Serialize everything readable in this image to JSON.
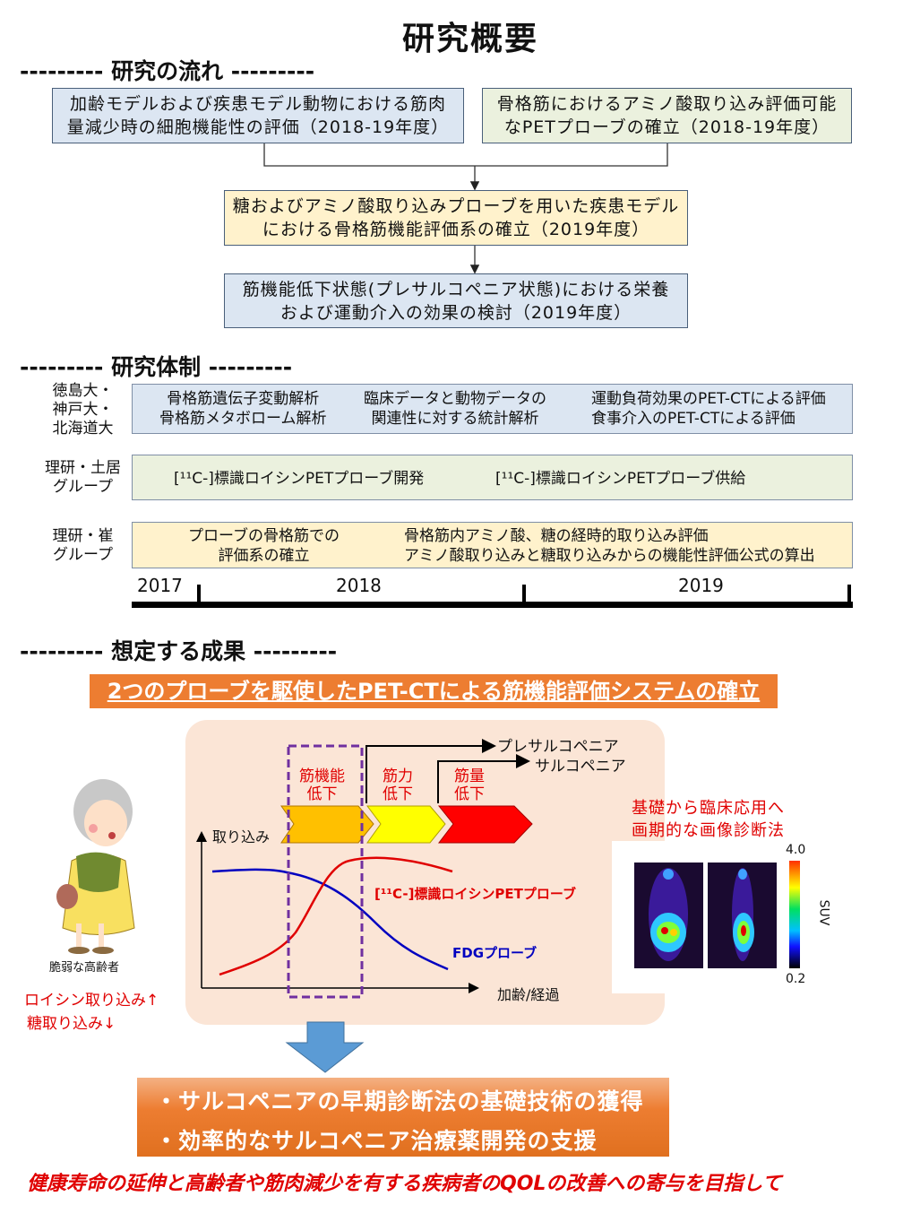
{
  "title": "研究概要",
  "sections": {
    "flow": "--------- 研究の流れ ---------",
    "system": "--------- 研究体制 ---------",
    "outcome": "--------- 想定する成果 ---------"
  },
  "flow": {
    "box1": [
      "加齢モデルおよび疾患モデル動物における筋肉",
      "量減少時の細胞機能性の評価（2018-19年度）"
    ],
    "box2": [
      "骨格筋におけるアミノ酸取り込み評価可能",
      "なPETプローブの確立（2018-19年度）"
    ],
    "box3": [
      "糖およびアミノ酸取り込みプローブを用いた疾患モデル",
      "における骨格筋機能評価系の確立（2019年度）"
    ],
    "box4": [
      "筋機能低下状態(プレサルコペニア状態)における栄養",
      "および運動介入の効果の検討（2019年度）"
    ]
  },
  "system": {
    "rows": [
      {
        "label": [
          "徳島大・",
          "神戸大・",
          "北海道大"
        ],
        "items": [
          [
            "骨格筋遺伝子変動解析",
            "骨格筋メタボローム解析"
          ],
          [
            "臨床データと動物データの",
            "関連性に対する統計解析"
          ],
          [
            "運動負荷効果のPET-CTによる評価",
            "食事介入のPET-CTによる評価"
          ]
        ]
      },
      {
        "label": [
          "理研・土居",
          "グループ"
        ],
        "items": [
          [
            "[¹¹C-]標識ロイシンPETプローブ開発"
          ],
          [
            "[¹¹C-]標識ロイシンPETプローブ供給"
          ]
        ]
      },
      {
        "label": [
          "理研・崔",
          "グループ"
        ],
        "items": [
          [
            "プローブの骨格筋での",
            "評価系の確立"
          ],
          [
            "骨格筋内アミノ酸、糖の経時的取り込み評価",
            "アミノ酸取り込みと糖取り込みからの機能性評価公式の算出"
          ]
        ]
      }
    ],
    "years": [
      "2017",
      "2018",
      "2019"
    ]
  },
  "outcome": {
    "banner": "2つのプローブを駆使したPET-CTによる筋機能評価システムの確立",
    "diagram": {
      "stage1": [
        "筋機能",
        "低下"
      ],
      "stage2": [
        "筋力",
        "低下"
      ],
      "stage3": [
        "筋量",
        "低下"
      ],
      "presarcopenia": "プレサルコペニア",
      "sarcopenia": "サルコペニア",
      "y_axis": "取り込み",
      "x_axis": "加齢/経過",
      "leucine_probe": "[¹¹C-]標識ロイシンPETプローブ",
      "fdg_probe": "FDGプローブ"
    },
    "elderly_caption": "脆弱な高齢者",
    "uptake_notes": [
      "ロイシン取り込み↑",
      "糖取り込み↓"
    ],
    "imaging_note": [
      "基礎から臨床応用へ",
      "画期的な画像診断法"
    ],
    "scale": {
      "max": "4.0",
      "min": "0.2",
      "unit": "SUV"
    },
    "results": [
      "・サルコペニアの早期診断法の基礎技術の獲得",
      "・効率的なサルコペニア治療薬開発の支援"
    ],
    "footer": "健康寿命の延伸と高齢者や筋肉減少を有する疾病者のQOLの改善への寄与を目指して"
  },
  "colors": {
    "orange": "#ed7d31",
    "red": "#e00000",
    "blue": "#0000c0",
    "purple": "#7030a0"
  }
}
